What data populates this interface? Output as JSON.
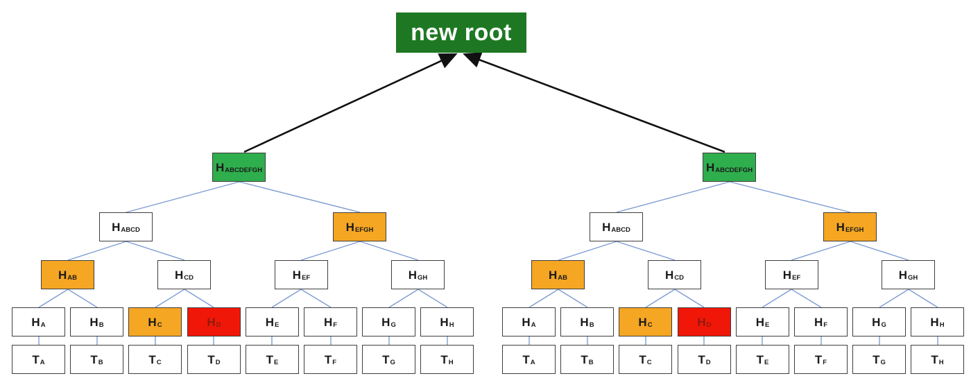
{
  "title_node": {
    "label": "new root"
  },
  "colors": {
    "dark_green": "#1e7823",
    "green": "#2fae4d",
    "orange": "#f5a623",
    "red": "#f01708",
    "red_text": "#8c1d10",
    "box_border": "#3d3d3d",
    "connector": "#7d9cd1",
    "arrow": "#111111"
  },
  "trees": [
    {
      "side": "left",
      "nodes": [
        {
          "id": "root",
          "base": "H",
          "sub": "ABCDEFGH",
          "color": "green"
        },
        {
          "id": "h-abcd",
          "base": "H",
          "sub": "ABCD",
          "color": "white"
        },
        {
          "id": "h-efgh",
          "base": "H",
          "sub": "EFGH",
          "color": "orange"
        },
        {
          "id": "h-ab",
          "base": "H",
          "sub": "AB",
          "color": "orange"
        },
        {
          "id": "h-cd",
          "base": "H",
          "sub": "CD",
          "color": "white"
        },
        {
          "id": "h-ef",
          "base": "H",
          "sub": "EF",
          "color": "white"
        },
        {
          "id": "h-gh",
          "base": "H",
          "sub": "GH",
          "color": "white"
        },
        {
          "id": "h-a",
          "base": "H",
          "sub": "A",
          "color": "white"
        },
        {
          "id": "h-b",
          "base": "H",
          "sub": "B",
          "color": "white"
        },
        {
          "id": "h-c",
          "base": "H",
          "sub": "C",
          "color": "orange"
        },
        {
          "id": "h-d",
          "base": "H",
          "sub": "D",
          "color": "red"
        },
        {
          "id": "h-e",
          "base": "H",
          "sub": "E",
          "color": "white"
        },
        {
          "id": "h-f",
          "base": "H",
          "sub": "F",
          "color": "white"
        },
        {
          "id": "h-g",
          "base": "H",
          "sub": "G",
          "color": "white"
        },
        {
          "id": "h-h",
          "base": "H",
          "sub": "H",
          "color": "white"
        },
        {
          "id": "t-a",
          "base": "T",
          "sub": "A",
          "color": "white"
        },
        {
          "id": "t-b",
          "base": "T",
          "sub": "B",
          "color": "white"
        },
        {
          "id": "t-c",
          "base": "T",
          "sub": "C",
          "color": "white"
        },
        {
          "id": "t-d",
          "base": "T",
          "sub": "D",
          "color": "white"
        },
        {
          "id": "t-e",
          "base": "T",
          "sub": "E",
          "color": "white"
        },
        {
          "id": "t-f",
          "base": "T",
          "sub": "F",
          "color": "white"
        },
        {
          "id": "t-g",
          "base": "T",
          "sub": "G",
          "color": "white"
        },
        {
          "id": "t-h",
          "base": "T",
          "sub": "H",
          "color": "white"
        }
      ]
    },
    {
      "side": "right",
      "nodes": [
        {
          "id": "root",
          "base": "H",
          "sub": "ABCDEFGH",
          "color": "green"
        },
        {
          "id": "h-abcd",
          "base": "H",
          "sub": "ABCD",
          "color": "white"
        },
        {
          "id": "h-efgh",
          "base": "H",
          "sub": "EFGH",
          "color": "orange"
        },
        {
          "id": "h-ab",
          "base": "H",
          "sub": "AB",
          "color": "orange"
        },
        {
          "id": "h-cd",
          "base": "H",
          "sub": "CD",
          "color": "white"
        },
        {
          "id": "h-ef",
          "base": "H",
          "sub": "EF",
          "color": "white"
        },
        {
          "id": "h-gh",
          "base": "H",
          "sub": "GH",
          "color": "white"
        },
        {
          "id": "h-a",
          "base": "H",
          "sub": "A",
          "color": "white"
        },
        {
          "id": "h-b",
          "base": "H",
          "sub": "B",
          "color": "white"
        },
        {
          "id": "h-c",
          "base": "H",
          "sub": "C",
          "color": "orange"
        },
        {
          "id": "h-d",
          "base": "H",
          "sub": "D",
          "color": "red"
        },
        {
          "id": "h-e",
          "base": "H",
          "sub": "E",
          "color": "white"
        },
        {
          "id": "h-f",
          "base": "H",
          "sub": "F",
          "color": "white"
        },
        {
          "id": "h-g",
          "base": "H",
          "sub": "G",
          "color": "white"
        },
        {
          "id": "h-h",
          "base": "H",
          "sub": "H",
          "color": "white"
        },
        {
          "id": "t-a",
          "base": "T",
          "sub": "A",
          "color": "white"
        },
        {
          "id": "t-b",
          "base": "T",
          "sub": "B",
          "color": "white"
        },
        {
          "id": "t-c",
          "base": "T",
          "sub": "C",
          "color": "white"
        },
        {
          "id": "t-d",
          "base": "T",
          "sub": "D",
          "color": "white"
        },
        {
          "id": "t-e",
          "base": "T",
          "sub": "E",
          "color": "white"
        },
        {
          "id": "t-f",
          "base": "T",
          "sub": "F",
          "color": "white"
        },
        {
          "id": "t-g",
          "base": "T",
          "sub": "G",
          "color": "white"
        },
        {
          "id": "t-h",
          "base": "T",
          "sub": "H",
          "color": "white"
        }
      ]
    }
  ]
}
